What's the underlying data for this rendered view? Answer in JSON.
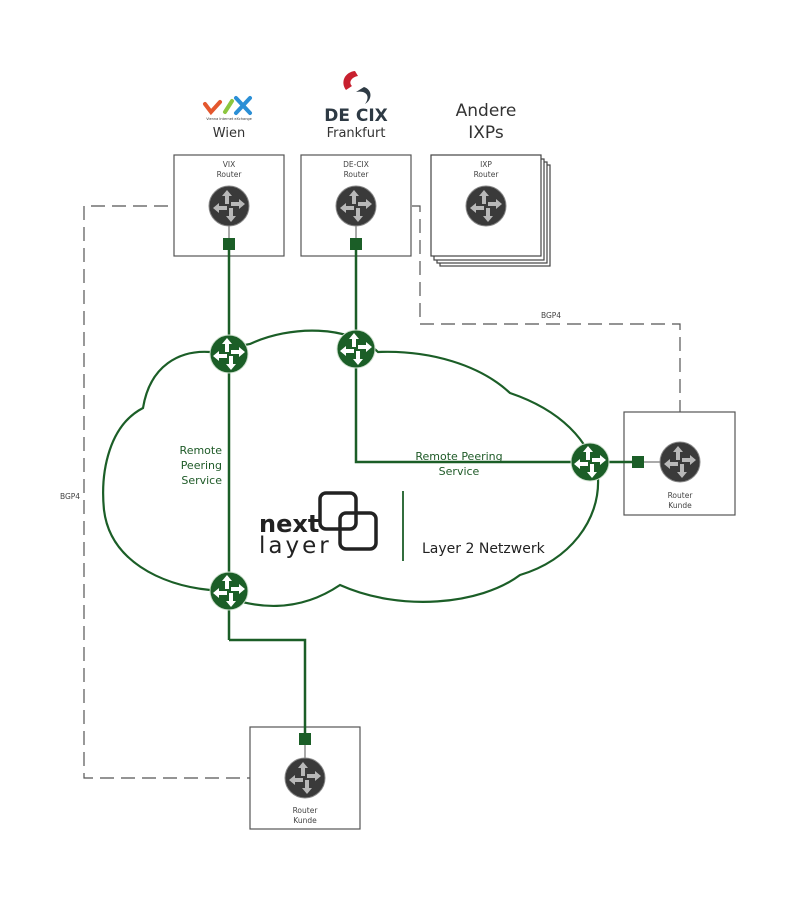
{
  "colors": {
    "green": "#1b5e27",
    "router_dark": "#3a3a3a",
    "arrow_light": "#b8b8b8",
    "box_border": "#555555",
    "dash": "#555555",
    "vix_orange": "#e4572e",
    "vix_green": "#8cc63f",
    "vix_blue": "#2b8fd6",
    "decix_red": "#c8202f",
    "decix_dark": "#2e3a44"
  },
  "ixps": [
    {
      "logo_text": "VIX",
      "logo_subtitle": "Vienna Internet eXchange",
      "city": "Wien",
      "router_label_1": "VIX",
      "router_label_2": "Router"
    },
    {
      "logo_text": "DE CIX",
      "city": "Frankfurt",
      "router_label_1": "DE-CIX",
      "router_label_2": "Router"
    },
    {
      "heading_1": "Andere",
      "heading_2": "IXPs",
      "router_label_1": "IXP",
      "router_label_2": "Router"
    }
  ],
  "links": {
    "bgp_label_top": "BGP4",
    "bgp_label_left": "BGP4",
    "rps_left_1": "Remote",
    "rps_left_2": "Peering",
    "rps_left_3": "Service",
    "rps_right_1": "Remote Peering",
    "rps_right_2": "Service"
  },
  "network": {
    "brand_line_1": "next",
    "brand_line_2": "layer",
    "name": "Layer 2 Netzwerk"
  },
  "customers": [
    {
      "label_1": "Router",
      "label_2": "Kunde"
    },
    {
      "label_1": "Router",
      "label_2": "Kunde"
    }
  ]
}
